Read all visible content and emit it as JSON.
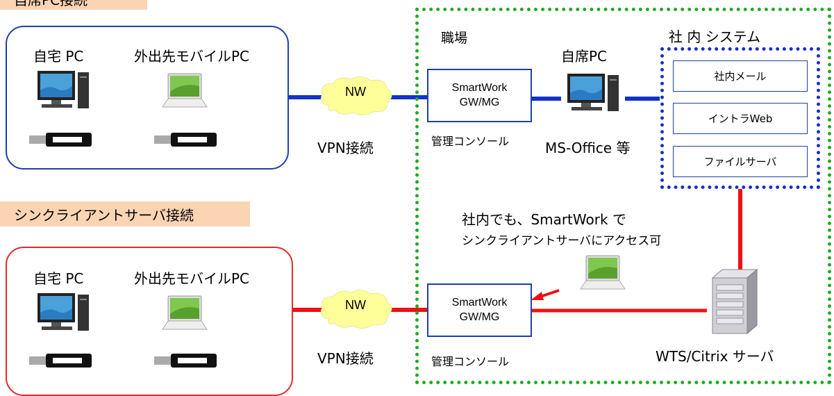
{
  "top_section": {
    "tab_label": "自席PC接続",
    "home_pc_label": "自宅 PC",
    "mobile_pc_label": "外出先モバイルPC",
    "network_label": "NW",
    "vpn_label": "VPN接続"
  },
  "bottom_section": {
    "tab_label": "シンクライアントサーバ接続",
    "home_pc_label": "自宅 PC",
    "mobile_pc_label": "外出先モバイルPC",
    "network_label": "NW",
    "vpn_label": "VPN接続"
  },
  "workplace": {
    "title": "職場",
    "gateway_top": {
      "line1": "SmartWork",
      "line2": "GW/MG",
      "caption": "管理コンソール"
    },
    "gateway_bottom": {
      "line1": "SmartWork",
      "line2": "GW/MG",
      "caption": "管理コンソール"
    },
    "desk_pc_label": "自席PC",
    "desk_pc_caption": "MS-Office 等",
    "internal_system": {
      "title": "社 内 システム",
      "items": [
        "社内メール",
        "イントラWeb",
        "ファイルサーバ"
      ]
    },
    "note_line1": "社内でも、SmartWork で",
    "note_line2": "シンクライアントサーバにアクセス可",
    "server_label": "WTS/Citrix サーバ"
  },
  "colors": {
    "blue_link": "#1133cc",
    "red_link": "#ee1111",
    "workplace_border": "#22aa22",
    "system_border": "#1a2fc8",
    "tab_fill": "#fbd4b4"
  }
}
